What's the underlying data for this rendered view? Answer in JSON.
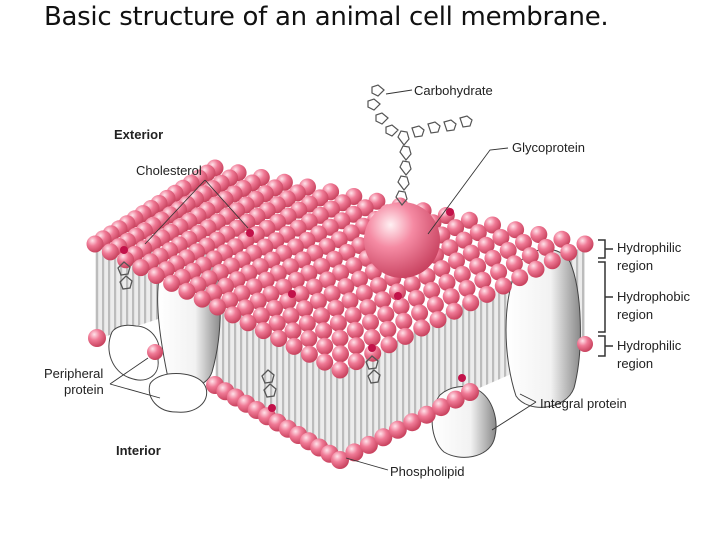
{
  "title": "Basic structure of an animal cell membrane.",
  "labels": {
    "carbohydrate": "Carbohydrate",
    "glycoprotein": "Glycoprotein",
    "exterior": "Exterior",
    "cholesterol": "Cholesterol",
    "hydrophilic_top_1": "Hydrophilic",
    "hydrophilic_top_2": "region",
    "hydrophobic_1": "Hydrophobic",
    "hydrophobic_2": "region",
    "hydrophilic_bottom_1": "Hydrophilic",
    "hydrophilic_bottom_2": "region",
    "peripheral_1": "Peripheral",
    "peripheral_2": "protein",
    "integral": "Integral protein",
    "interior": "Interior",
    "phospholipid": "Phospholipid"
  },
  "colors": {
    "head": "#f07a96",
    "head_dark": "#c9435f",
    "cholesterol": "#c2124a",
    "tails": "#dcdcdc",
    "protein": "#ffffff"
  }
}
